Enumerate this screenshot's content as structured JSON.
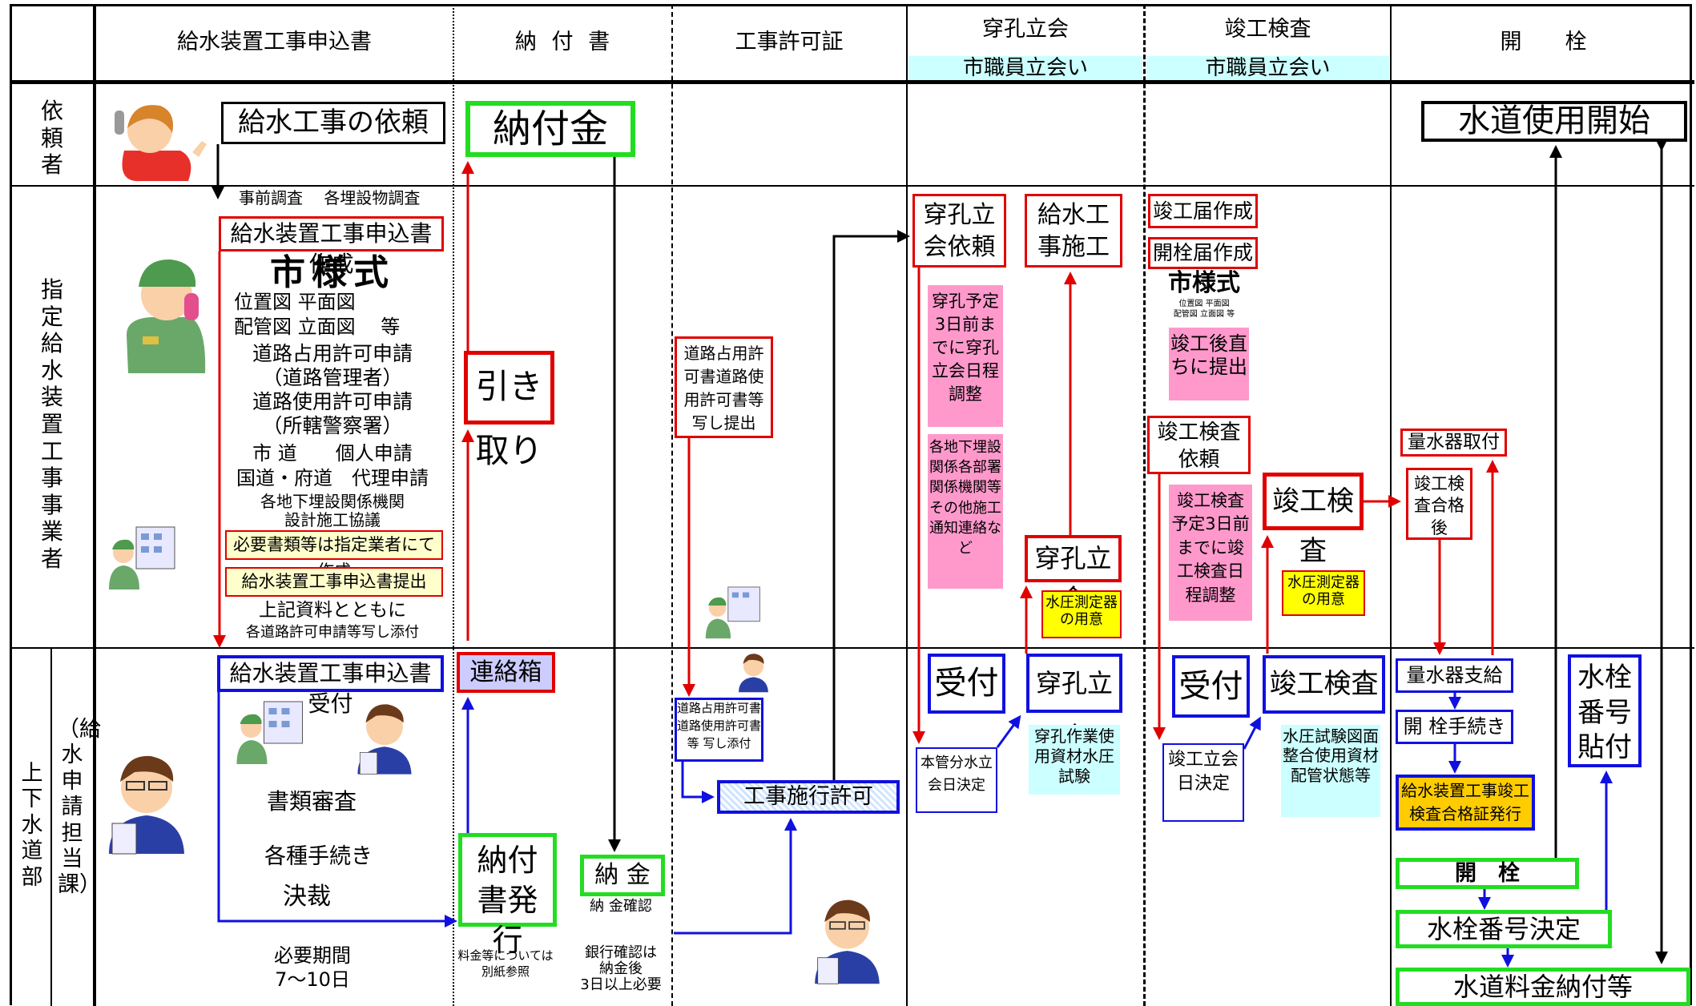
{
  "headers": {
    "h1": "給水装置工事申込書",
    "h2": "納 付 書",
    "h3": "工事許可証",
    "h4": "穿孔立会",
    "h4_sub": "市職員立会い",
    "h5": "竣工検査",
    "h5_sub": "市職員立会い",
    "h6": "開　　栓"
  },
  "rows": {
    "requester": "依頼者",
    "contractor": "指定給水装置工事事業者",
    "waterworks": "上下水道部",
    "waterworks_section": "（給水申請担当課）"
  },
  "requester_row": {
    "request": "給水工事の依頼",
    "payment": "納付金",
    "start_use": "水道使用開始"
  },
  "col1": {
    "pre_survey": "事前調査　 各埋設物調査",
    "app_creation": "給水装置工事申込書作成",
    "city_format": "市様式",
    "doc1": "位置図 平面図",
    "doc2": "配管図 立面図　 等",
    "road_occupy": "道路占用許可申請",
    "road_admin": "（道路管理者）",
    "road_use": "道路使用許可申請",
    "police": "（所轄警察署）",
    "city_road": "市 道　　個人申請",
    "national_road": "国道・府道　代理申請",
    "buried": "各地下埋設関係機関",
    "design": "設計施工協議",
    "required_docs": "必要書類等は指定業者にて作成",
    "app_submit": "給水装置工事申込書提出",
    "with_materials": "上記資料とともに",
    "attach": "各道路許可申請等写し添付",
    "reception": "給水装置工事申込書受付",
    "review": "書類審査",
    "procedures": "各種手続き",
    "decision": "決裁",
    "period_label": "必要期間",
    "period": "7～10日"
  },
  "col2": {
    "pickup": "引き取り",
    "mailbox": "連絡箱",
    "invoice": "納付書発行",
    "fee_note1": "料金等については",
    "fee_note2": "別紙参照",
    "payment": "納 金",
    "payment_confirm": "納 金確認",
    "bank1": "銀行確認は",
    "bank2": "納金後",
    "bank3": "3日以上必要"
  },
  "col3": {
    "copies_submit": "道路占用許可書道路使用許可書等 写し提出",
    "copies_attach": "道路占用許可書道路使用許可書等 写し添付",
    "permit": "工事施行許可"
  },
  "col4": {
    "drill_request": "穿孔立会依頼",
    "construction": "給水工事施工",
    "schedule": "穿孔予定3日前までに穿孔立会日程調整",
    "coordination": "各地下埋設関係各部署関係機関等その他施工通知連絡など",
    "drill_witness": "穿孔立会",
    "pressure_gauge": "水圧測定器の用意",
    "reception": "受付",
    "drill_witness_city": "穿孔立会",
    "main_pipe": "本管分水立会日決定",
    "works": "穿孔作業使用資材水圧試験"
  },
  "col5": {
    "completion_report": "竣工届作成",
    "open_report": "開栓届作成",
    "city_format": "市様式",
    "small_docs1": "位置図 平面図",
    "small_docs2": "配管図 立面図 等",
    "submit_after": "竣工後直ちに提出",
    "inspection_request": "竣工検査依頼",
    "inspection_schedule": "竣工検査予定3日前までに竣工検査日程調整",
    "inspection": "竣工検査",
    "pressure_gauge": "水圧測定器の用意",
    "reception": "受付",
    "inspection_city": "竣工検査",
    "witness_date": "竣工立会日決定",
    "checks": "水圧試験図面整合使用資材配管状態等"
  },
  "col6": {
    "meter_install": "量水器取付",
    "after_pass": "竣工検査合格後",
    "meter_supply": "量水器支給",
    "open_proc": "開 栓手続き",
    "certificate": "給水装置工事竣工検査合格証発行",
    "open": "開　栓",
    "hydrant_no": "水栓番号決定",
    "water_fee": "水道料金納付等",
    "hydrant_label": "水栓番号貼付"
  }
}
